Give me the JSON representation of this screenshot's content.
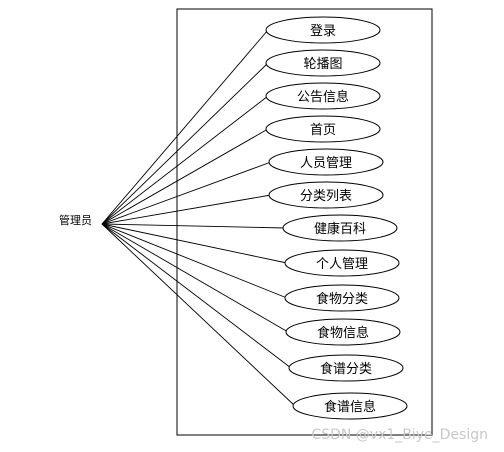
{
  "actor": {
    "label": "管理员"
  },
  "use_cases": [
    {
      "label": "登录"
    },
    {
      "label": "轮播图"
    },
    {
      "label": "公告信息"
    },
    {
      "label": "首页"
    },
    {
      "label": "人员管理"
    },
    {
      "label": "分类列表"
    },
    {
      "label": "健康百科"
    },
    {
      "label": "个人管理"
    },
    {
      "label": "食物分类"
    },
    {
      "label": "食物信息"
    },
    {
      "label": "食谱分类"
    },
    {
      "label": "食谱信息"
    }
  ],
  "watermark": "CSDN @vx1_Biye_Design"
}
